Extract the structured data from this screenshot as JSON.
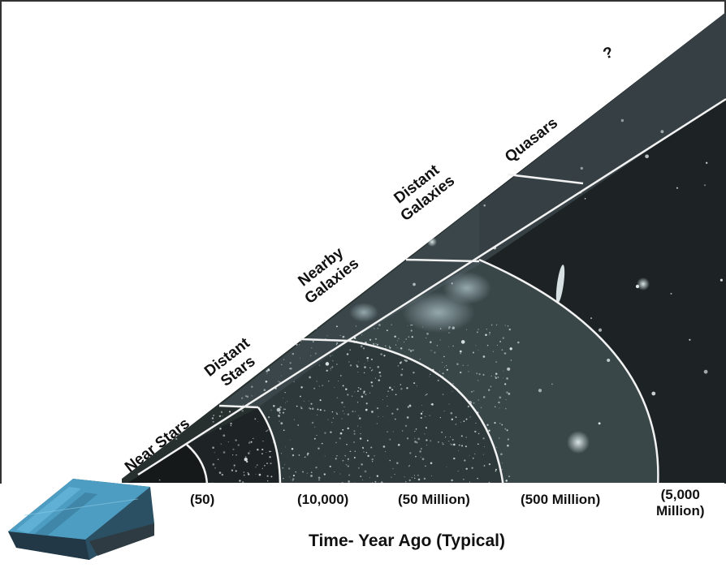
{
  "zones": [
    {
      "id": "near-stars",
      "label": "Near Stars"
    },
    {
      "id": "distant-stars",
      "label": "Distant\nStars"
    },
    {
      "id": "nearby-galaxies",
      "label": "Nearby\nGalaxies"
    },
    {
      "id": "distant-galaxies",
      "label": "Distant\nGalaxies"
    },
    {
      "id": "quasars",
      "label": "Quasars"
    },
    {
      "id": "unknown",
      "label": "?"
    }
  ],
  "times": [
    {
      "id": "time-50",
      "label": "(50)"
    },
    {
      "id": "time-10000",
      "label": "(10,000)"
    },
    {
      "id": "time-50m",
      "label": "(50 Million)"
    },
    {
      "id": "time-500m",
      "label": "(500 Million)"
    },
    {
      "id": "time-5000m",
      "label": "(5,000\nMillion)"
    }
  ],
  "axis_title": "Time- Year Ago (Typical)",
  "colors": {
    "frame": "#333333",
    "boundary": "#f2f2f2",
    "space_dark": "#1f2426",
    "space_mid": "#2f3a3d",
    "space_light": "#4a585c",
    "spacecraft": "#3f86a8"
  }
}
